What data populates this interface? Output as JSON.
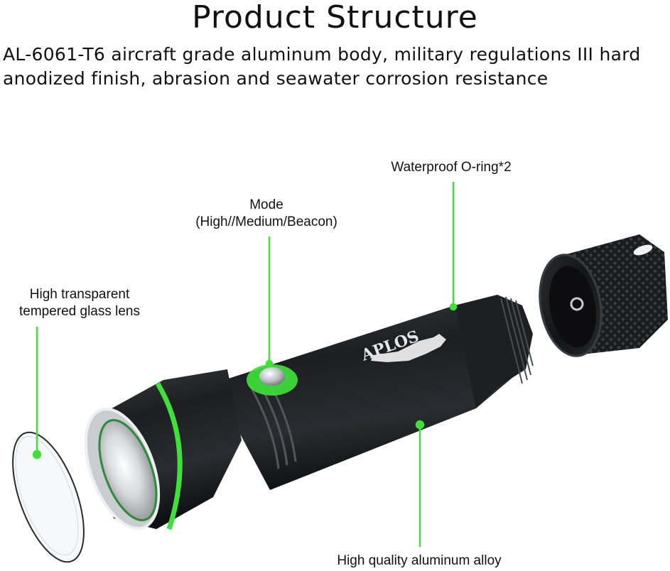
{
  "header": {
    "title": "Product Structure",
    "description": "AL-6061-T6 aircraft grade aluminum body, military regulations III hard anodized finish, abrasion and seawater corrosion resistance"
  },
  "callouts": {
    "waterproof_oring": {
      "text": "Waterproof O-ring*2"
    },
    "mode": {
      "line1": "Mode",
      "line2": "(High//Medium/Beacon)"
    },
    "lens": {
      "line1": "High transparent",
      "line2": "tempered glass lens"
    },
    "alloy": {
      "text": "High quality aluminum alloy"
    }
  },
  "product": {
    "brand_mark": "APLOS",
    "components": [
      "glass lens",
      "head with reflector",
      "green O-ring",
      "mode switch",
      "body tube",
      "threaded tail",
      "knurled tail cap"
    ]
  },
  "colors": {
    "accent_green": "#3fe03a",
    "body_black": "#1b1c1f",
    "text": "#111111"
  }
}
